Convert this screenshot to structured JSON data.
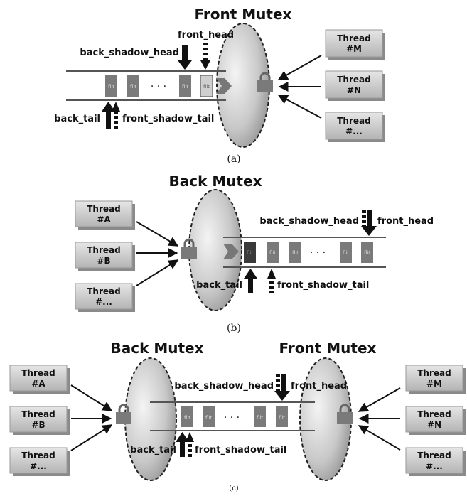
{
  "panel_a": {
    "title": "Front Mutex",
    "back_shadow_head": "back_shadow_head",
    "front_head": "front_head",
    "back_tail": "back_tail",
    "front_shadow_tail": "front_shadow_tail",
    "flit": "flit",
    "dots": "· · ·",
    "threads": [
      {
        "line1": "Thread",
        "line2": "#M"
      },
      {
        "line1": "Thread",
        "line2": "#N"
      },
      {
        "line1": "Thread",
        "line2": "#..."
      }
    ],
    "caption": "(a)"
  },
  "panel_b": {
    "title": "Back Mutex",
    "back_shadow_head": "back_shadow_head",
    "front_head": "front_head",
    "back_tail": "back_tail",
    "front_shadow_tail": "front_shadow_tail",
    "flit": "flit",
    "dots": "· · ·",
    "threads": [
      {
        "line1": "Thread",
        "line2": "#A"
      },
      {
        "line1": "Thread",
        "line2": "#B"
      },
      {
        "line1": "Thread",
        "line2": "#..."
      }
    ],
    "caption": "(b)"
  },
  "panel_c": {
    "title_back": "Back Mutex",
    "title_front": "Front Mutex",
    "back_shadow_head": "back_shadow_head",
    "front_head": "front_head",
    "back_tail": "back_tail",
    "front_shadow_tail": "front_shadow_tail",
    "flit": "flit",
    "dots": "· · ·",
    "left_threads": [
      {
        "line1": "Thread",
        "line2": "#A"
      },
      {
        "line1": "Thread",
        "line2": "#B"
      },
      {
        "line1": "Thread",
        "line2": "#..."
      }
    ],
    "right_threads": [
      {
        "line1": "Thread",
        "line2": "#M"
      },
      {
        "line1": "Thread",
        "line2": "#N"
      },
      {
        "line1": "Thread",
        "line2": "#..."
      }
    ],
    "caption": "(c)"
  }
}
